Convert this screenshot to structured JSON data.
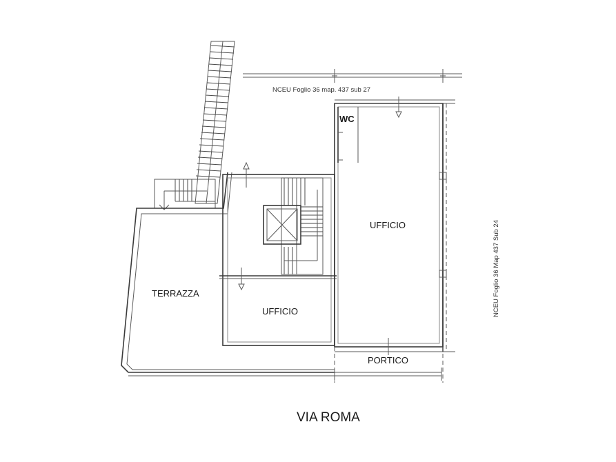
{
  "plan": {
    "type": "architectural floor plan",
    "rooms": [
      {
        "id": "terrazza",
        "label": "TERRAZZA"
      },
      {
        "id": "ufficio-small",
        "label": "UFFICIO"
      },
      {
        "id": "ufficio-large",
        "label": "UFFICIO"
      },
      {
        "id": "wc",
        "label": "WC"
      },
      {
        "id": "portico",
        "label": "PORTICO"
      }
    ],
    "neighbors": {
      "north": "NCEU Foglio 36  map. 437  sub 27",
      "east": "NCEU Foglio 36 Map 437 Sub 24"
    },
    "street": "VIA ROMA",
    "colors": {
      "background": "#ffffff",
      "walls": "#3a3a3a",
      "text": "#1a1a1a"
    }
  }
}
